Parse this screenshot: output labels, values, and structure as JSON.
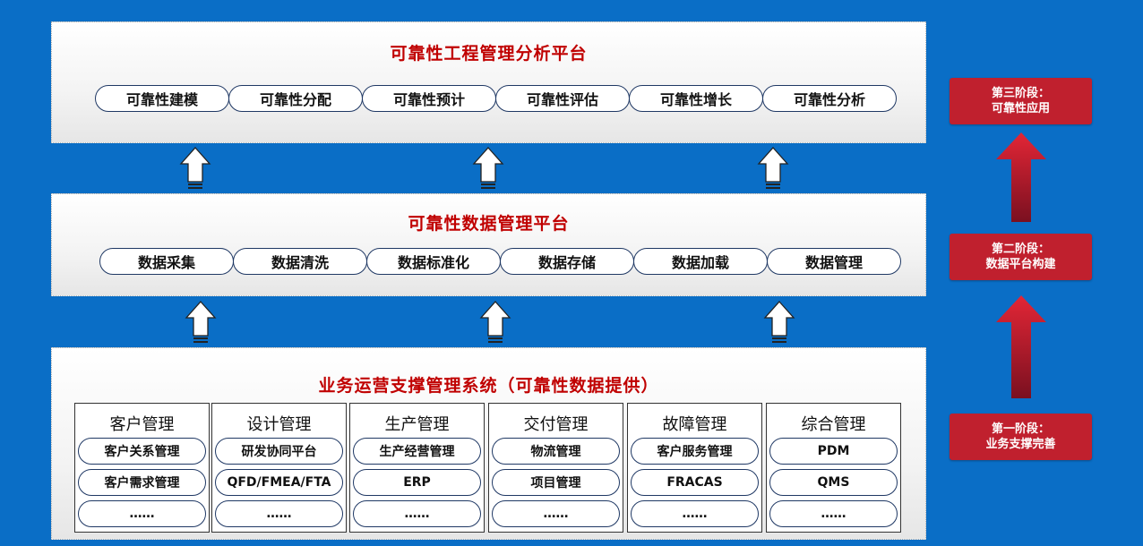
{
  "top_platform": {
    "title": "可靠性工程管理分析平台",
    "items": [
      "可靠性建模",
      "可靠性分配",
      "可靠性预计",
      "可靠性评估",
      "可靠性增长",
      "可靠性分析"
    ]
  },
  "data_platform": {
    "title": "可靠性数据管理平台",
    "items": [
      "数据采集",
      "数据清洗",
      "数据标准化",
      "数据存储",
      "数据加载",
      "数据管理"
    ]
  },
  "business_system": {
    "title": "业务运营支撑管理系统（可靠性数据提供）",
    "groups": [
      {
        "name": "客户管理",
        "items": [
          "客户关系管理",
          "客户需求管理",
          "……"
        ]
      },
      {
        "name": "设计管理",
        "items": [
          "研发协同平台",
          "QFD/FMEA/FTA",
          "……"
        ]
      },
      {
        "name": "生产管理",
        "items": [
          "生产经营管理",
          "ERP",
          "……"
        ]
      },
      {
        "name": "交付管理",
        "items": [
          "物流管理",
          "项目管理",
          "……"
        ]
      },
      {
        "name": "故障管理",
        "items": [
          "客户服务管理",
          "FRACAS",
          "……"
        ]
      },
      {
        "name": "综合管理",
        "items": [
          "PDM",
          "QMS",
          "……"
        ]
      }
    ]
  },
  "stages": [
    {
      "line1": "第三阶段：",
      "line2": "可靠性应用"
    },
    {
      "line1": "第二阶段：",
      "line2": "数据平台构建"
    },
    {
      "line1": "第一阶段：",
      "line2": "业务支撑完善"
    }
  ],
  "colors": {
    "background": "#0a6ec6",
    "title_red": "#c00000",
    "stage_red": "#c0202e",
    "pill_border": "#1f3864"
  }
}
